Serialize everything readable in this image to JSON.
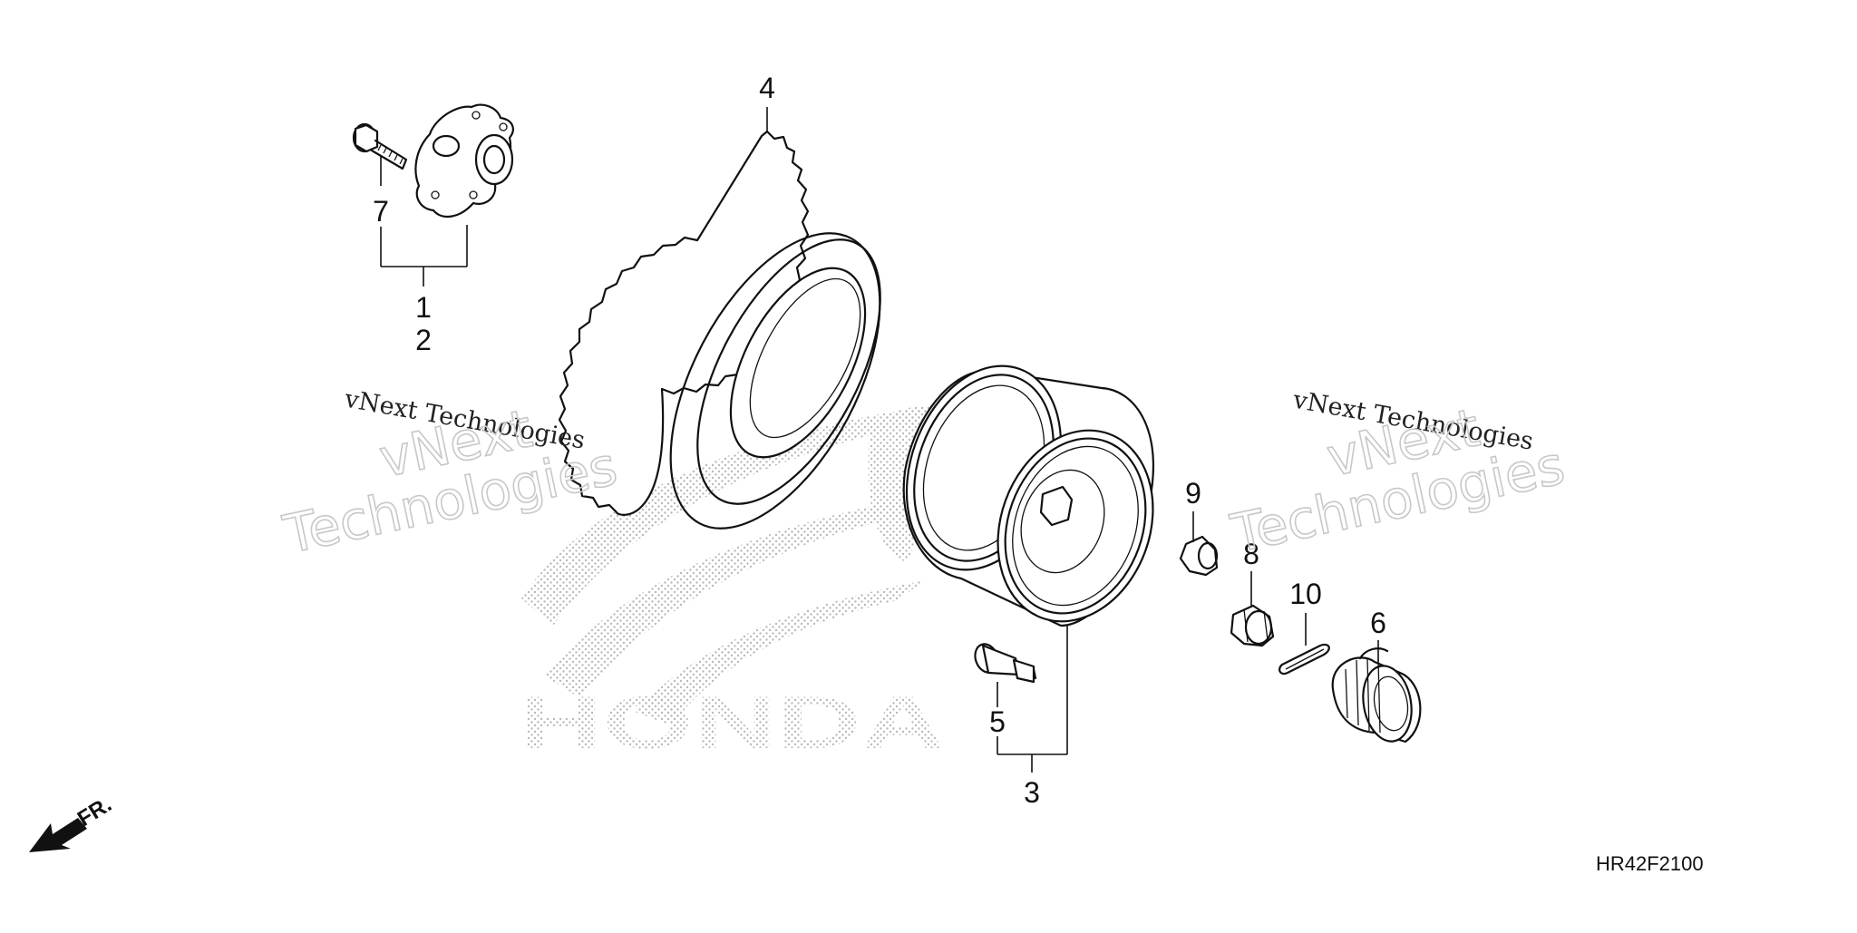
{
  "diagram": {
    "callouts": {
      "c4": "4",
      "c7": "7",
      "c1": "1",
      "c2": "2",
      "c9": "9",
      "c8": "8",
      "c10": "10",
      "c6": "6",
      "c5": "5",
      "c3": "3"
    },
    "watermarks": {
      "left_small": "vNext Technologies",
      "left_big_1": "vNext",
      "left_big_2": "Technologies",
      "right_small": "vNext Technologies",
      "right_big_1": "vNext",
      "right_big_2": "Technologies"
    },
    "brand_watermark": "HONDA",
    "direction_label": "FR.",
    "diagram_code": "HR42F2100"
  }
}
